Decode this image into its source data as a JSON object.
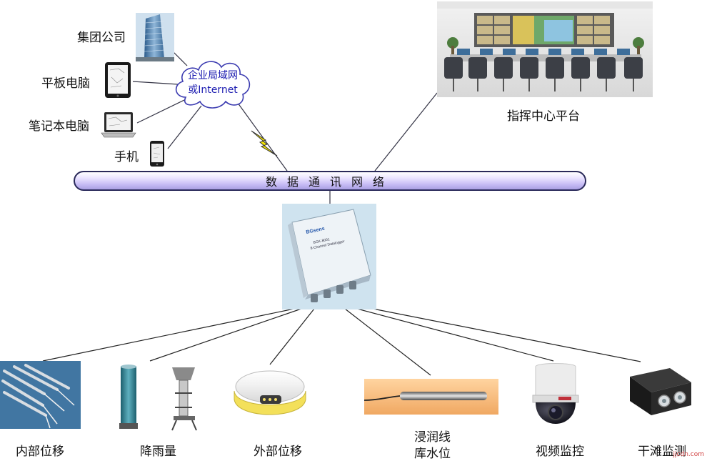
{
  "cloud": {
    "line1": "企业局域网",
    "line2": "或Internet"
  },
  "clients": {
    "group_company": "集团公司",
    "tablet": "平板电脑",
    "laptop": "笔记本电脑",
    "phone": "手机"
  },
  "command_center": "指挥中心平台",
  "bus_label": "数据通讯网络",
  "datalogger": {
    "brand": "BGsens",
    "model": "BGK-8001",
    "subtitle": "8-Channel Datalogger"
  },
  "sensors": {
    "internal_displacement": "内部位移",
    "rainfall": "降雨量",
    "external_displacement": "外部位移",
    "seepage_line": "浸润线",
    "reservoir_level": "库水位",
    "video_monitoring": "视频监控",
    "beach_monitoring": "干滩监测"
  },
  "watermark": "jjcdn.com"
}
